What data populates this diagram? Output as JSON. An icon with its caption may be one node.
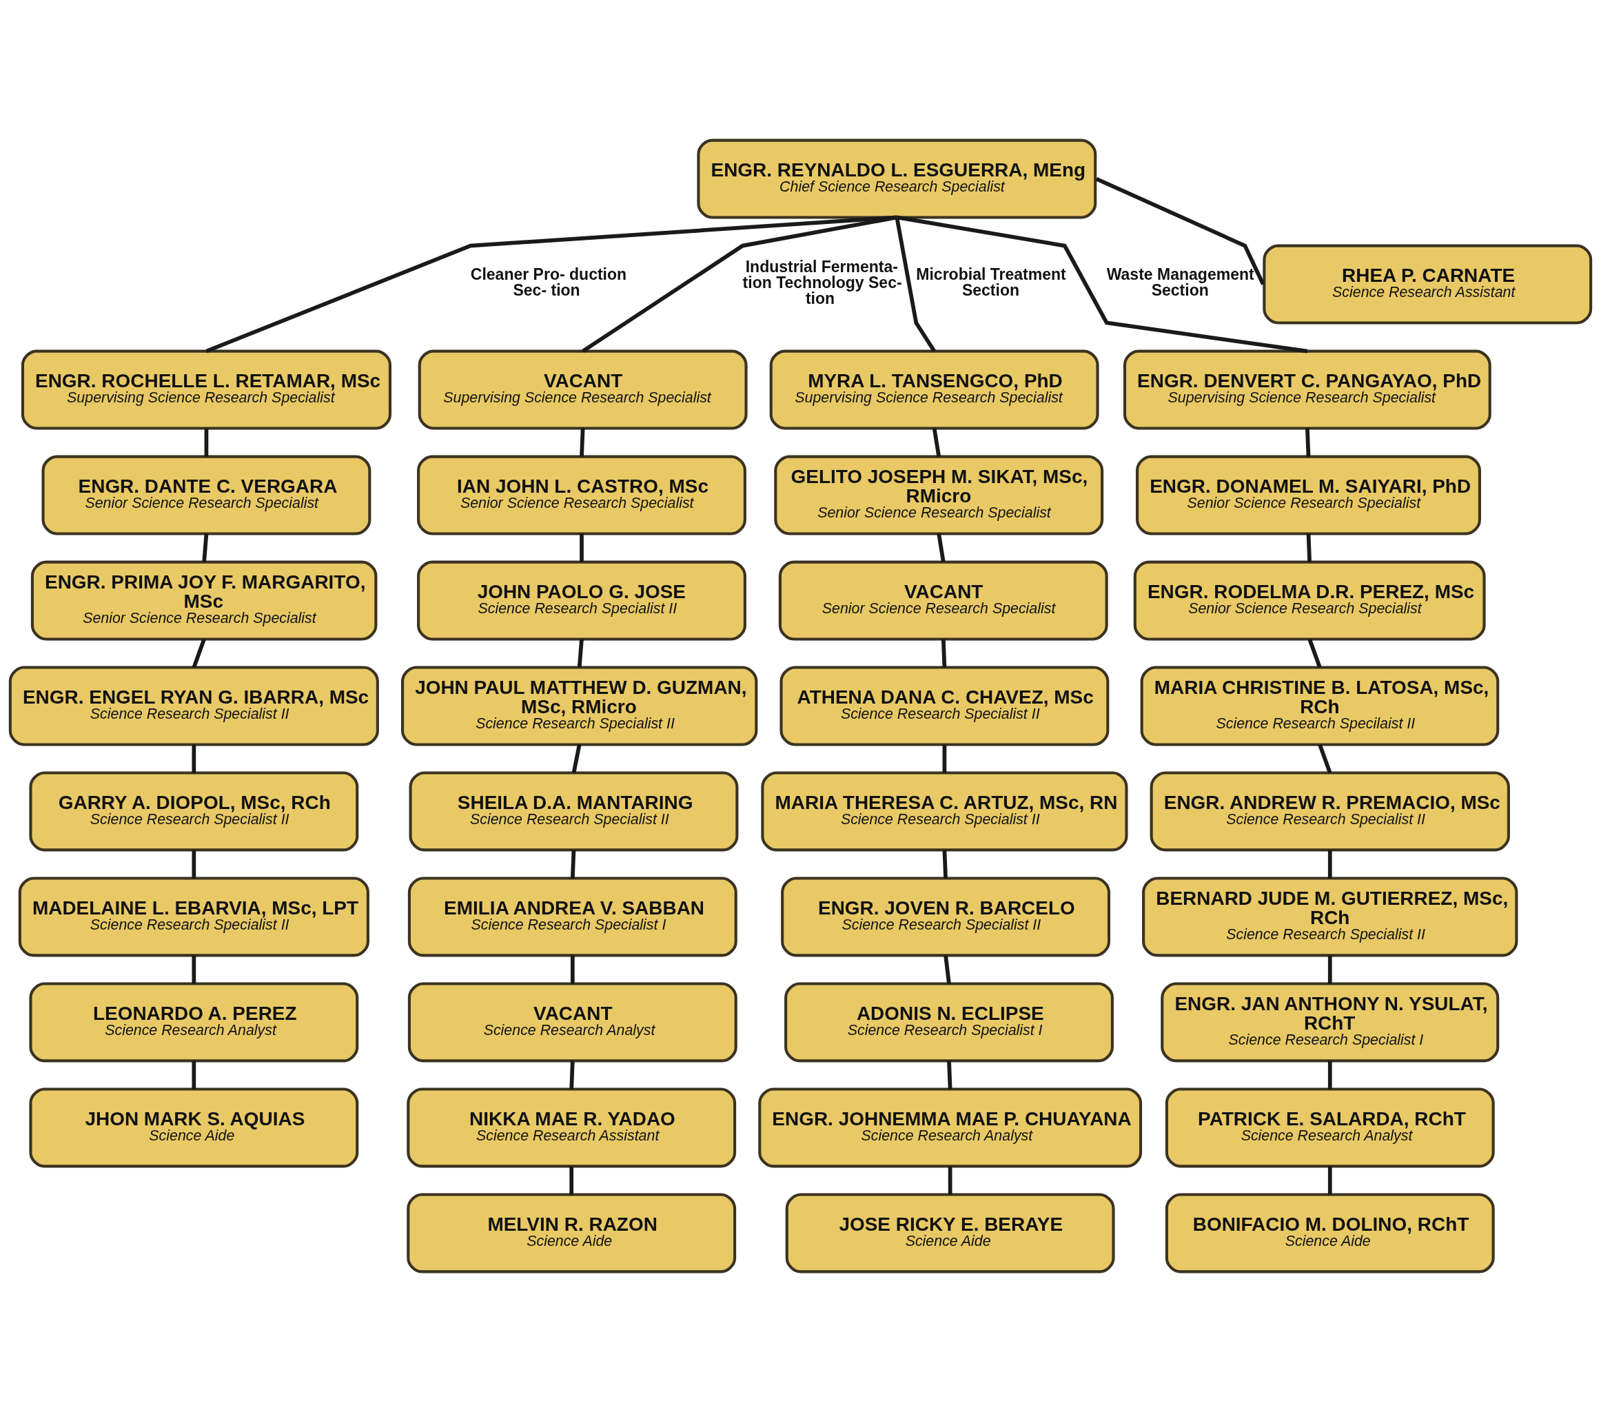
{
  "diagram": {
    "nodes": [
      {
        "text": [
          "ENGR. REYNALDO L. ESGUERRA, MEng",
          "Chief Science Research Specialist"
        ]
      },
      {
        "text": [
          "RHEA P. CARNATE",
          "Science Research Assistant"
        ]
      },
      {
        "text": [
          "ENGR. ROCHELLE L. RETAMAR, MSc",
          "Supervising Science Research Specialist"
        ]
      },
      {
        "text": [
          "ENGR. DANTE C. VERGARA",
          "Senior Science Research Specialist"
        ]
      },
      {
        "text": [
          "ENGR. PRIMA JOY F. MARGARITO, MSc",
          "Senior Science Research Specialist"
        ]
      },
      {
        "text": [
          "ENGR. ENGEL RYAN G. IBARRA, MSc",
          "Science Research Specialist II"
        ]
      },
      {
        "text": [
          "GARRY A. DIOPOL, MSc, RCh",
          "Science Research Specialist II"
        ]
      },
      {
        "text": [
          "MADELAINE L. EBARVIA, MSc, LPT",
          "Science Research Specialist II"
        ]
      },
      {
        "text": [
          "LEONARDO A. PEREZ",
          "Science Research Analyst"
        ]
      },
      {
        "text": [
          "JHON MARK S. AQUIAS",
          "Science Aide"
        ]
      },
      {
        "text": [
          "VACANT",
          "Supervising Science Research Specialist"
        ]
      },
      {
        "text": [
          "IAN JOHN L. CASTRO, MSc",
          "Senior Science Research Specialist"
        ]
      },
      {
        "text": [
          "JOHN PAOLO G. JOSE",
          "Science Research Specialist II"
        ]
      },
      {
        "text": [
          "JOHN PAUL MATTHEW D. GUZMAN, MSc, RMicro",
          "Science Research Specialist II"
        ]
      },
      {
        "text": [
          "SHEILA D.A. MANTARING",
          "Science Research Specialist II"
        ]
      },
      {
        "text": [
          "EMILIA ANDREA V. SABBAN",
          "Science Research Specialist I"
        ]
      },
      {
        "text": [
          "VACANT",
          "Science Research Analyst"
        ]
      },
      {
        "text": [
          "NIKKA MAE R. YADAO",
          "Science Research Assistant"
        ]
      },
      {
        "text": [
          "MELVIN R. RAZON",
          "Science Aide"
        ]
      },
      {
        "text": [
          "MYRA L. TANSENGCO, PhD",
          "Supervising Science Research Specialist"
        ]
      },
      {
        "text": [
          "GELITO JOSEPH M. SIKAT, MSc, RMicro",
          "Senior Science Research Specialist"
        ]
      },
      {
        "text": [
          "VACANT",
          "Senior Science Research Specialist"
        ]
      },
      {
        "text": [
          "ATHENA DANA C. CHAVEZ, MSc",
          "Science Research Specialist II"
        ]
      },
      {
        "text": [
          "MARIA THERESA C. ARTUZ, MSc, RN",
          "Science Research Specialist II"
        ]
      },
      {
        "text": [
          "ENGR. JOVEN R. BARCELO",
          "Science Research Specialist II"
        ]
      },
      {
        "text": [
          "ADONIS N. ECLIPSE",
          "Science Research Specialist I"
        ]
      },
      {
        "text": [
          "ENGR. JOHNEMMA MAE P. CHUAYANA",
          "Science Research Analyst"
        ]
      },
      {
        "text": [
          "JOSE RICKY E. BERAYE",
          "Science Aide"
        ]
      },
      {
        "text": [
          "ENGR. DENVERT C. PANGAYAO, PhD",
          "Supervising Science Research Specialist"
        ]
      },
      {
        "text": [
          "ENGR. DONAMEL M. SAIYARI, PhD",
          "Senior Science Research Specialist"
        ]
      },
      {
        "text": [
          "ENGR. RODELMA D.R. PEREZ, MSc",
          "Senior Science Research Specialist"
        ]
      },
      {
        "text": [
          "MARIA CHRISTINE B. LATOSA, MSc, RCh",
          "Science Research Specilaist II"
        ]
      },
      {
        "text": [
          "ENGR. ANDREW R. PREMACIO, MSc",
          "Science Research Specialist II"
        ]
      },
      {
        "text": [
          "BERNARD JUDE M. GUTIERREZ, MSc, RCh",
          "Science Research Specialist II"
        ]
      },
      {
        "text": [
          "ENGR. JAN ANTHONY N. YSULAT, RChT",
          "Science Research Specialist I"
        ]
      },
      {
        "text": [
          "PATRICK E. SALARDA, RChT",
          "Science Research Analyst"
        ]
      },
      {
        "text": [
          "BONIFACIO M. DOLINO, RChT",
          "Science Aide"
        ]
      }
    ],
    "edges": [
      {
        "from": 0,
        "to": 1,
        "arrow": "none"
      },
      {
        "from": 0,
        "to": 2,
        "arrow": "none",
        "label": "Cleaner Pro- duction Sec- tion"
      },
      {
        "from": 0,
        "to": 10,
        "arrow": "none",
        "label": "Industrial Fermenta- tion Technology Sec- tion"
      },
      {
        "from": 0,
        "to": 19,
        "arrow": "none",
        "label": "Microbial Treatment Section"
      },
      {
        "from": 0,
        "to": 28,
        "arrow": "none",
        "label": "Waste Management Section"
      },
      {
        "from": 2,
        "to": 3,
        "arrow": "none"
      },
      {
        "from": 3,
        "to": 4,
        "arrow": "none"
      },
      {
        "from": 4,
        "to": 5,
        "arrow": "none"
      },
      {
        "from": 5,
        "to": 6,
        "arrow": "none"
      },
      {
        "from": 6,
        "to": 7,
        "arrow": "none"
      },
      {
        "from": 7,
        "to": 8,
        "arrow": "none"
      },
      {
        "from": 8,
        "to": 9,
        "arrow": "none"
      },
      {
        "from": 10,
        "to": 11,
        "arrow": "none"
      },
      {
        "from": 11,
        "to": 12,
        "arrow": "none"
      },
      {
        "from": 12,
        "to": 13,
        "arrow": "none"
      },
      {
        "from": 13,
        "to": 14,
        "arrow": "none"
      },
      {
        "from": 14,
        "to": 15,
        "arrow": "none"
      },
      {
        "from": 15,
        "to": 16,
        "arrow": "none"
      },
      {
        "from": 16,
        "to": 17,
        "arrow": "none"
      },
      {
        "from": 17,
        "to": 18,
        "arrow": "none"
      },
      {
        "from": 19,
        "to": 20,
        "arrow": "none"
      },
      {
        "from": 20,
        "to": 21,
        "arrow": "none"
      },
      {
        "from": 21,
        "to": 22,
        "arrow": "none"
      },
      {
        "from": 22,
        "to": 23,
        "arrow": "none"
      },
      {
        "from": 23,
        "to": 24,
        "arrow": "none"
      },
      {
        "from": 24,
        "to": 25,
        "arrow": "none"
      },
      {
        "from": 25,
        "to": 26,
        "arrow": "none"
      },
      {
        "from": 26,
        "to": 27,
        "arrow": "none"
      },
      {
        "from": 28,
        "to": 29,
        "arrow": "none"
      },
      {
        "from": 29,
        "to": 30,
        "arrow": "none"
      },
      {
        "from": 30,
        "to": 31,
        "arrow": "none"
      },
      {
        "from": 31,
        "to": 32,
        "arrow": "none"
      },
      {
        "from": 32,
        "to": 33,
        "arrow": "none"
      },
      {
        "from": 33,
        "to": 34,
        "arrow": "none"
      },
      {
        "from": 34,
        "to": 35,
        "arrow": "none"
      },
      {
        "from": 35,
        "to": 36,
        "arrow": "none"
      }
    ]
  }
}
